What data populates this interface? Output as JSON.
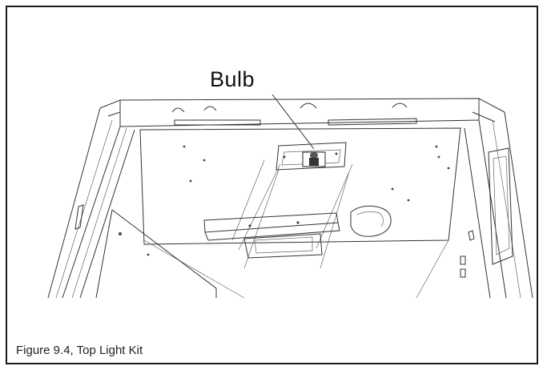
{
  "figure": {
    "callout_label": "Bulb",
    "caption": "Figure 9.4, Top Light Kit"
  },
  "icons": {
    "drawing": "line-drawing-top-light-kit",
    "bulb": "bulb-icon"
  }
}
